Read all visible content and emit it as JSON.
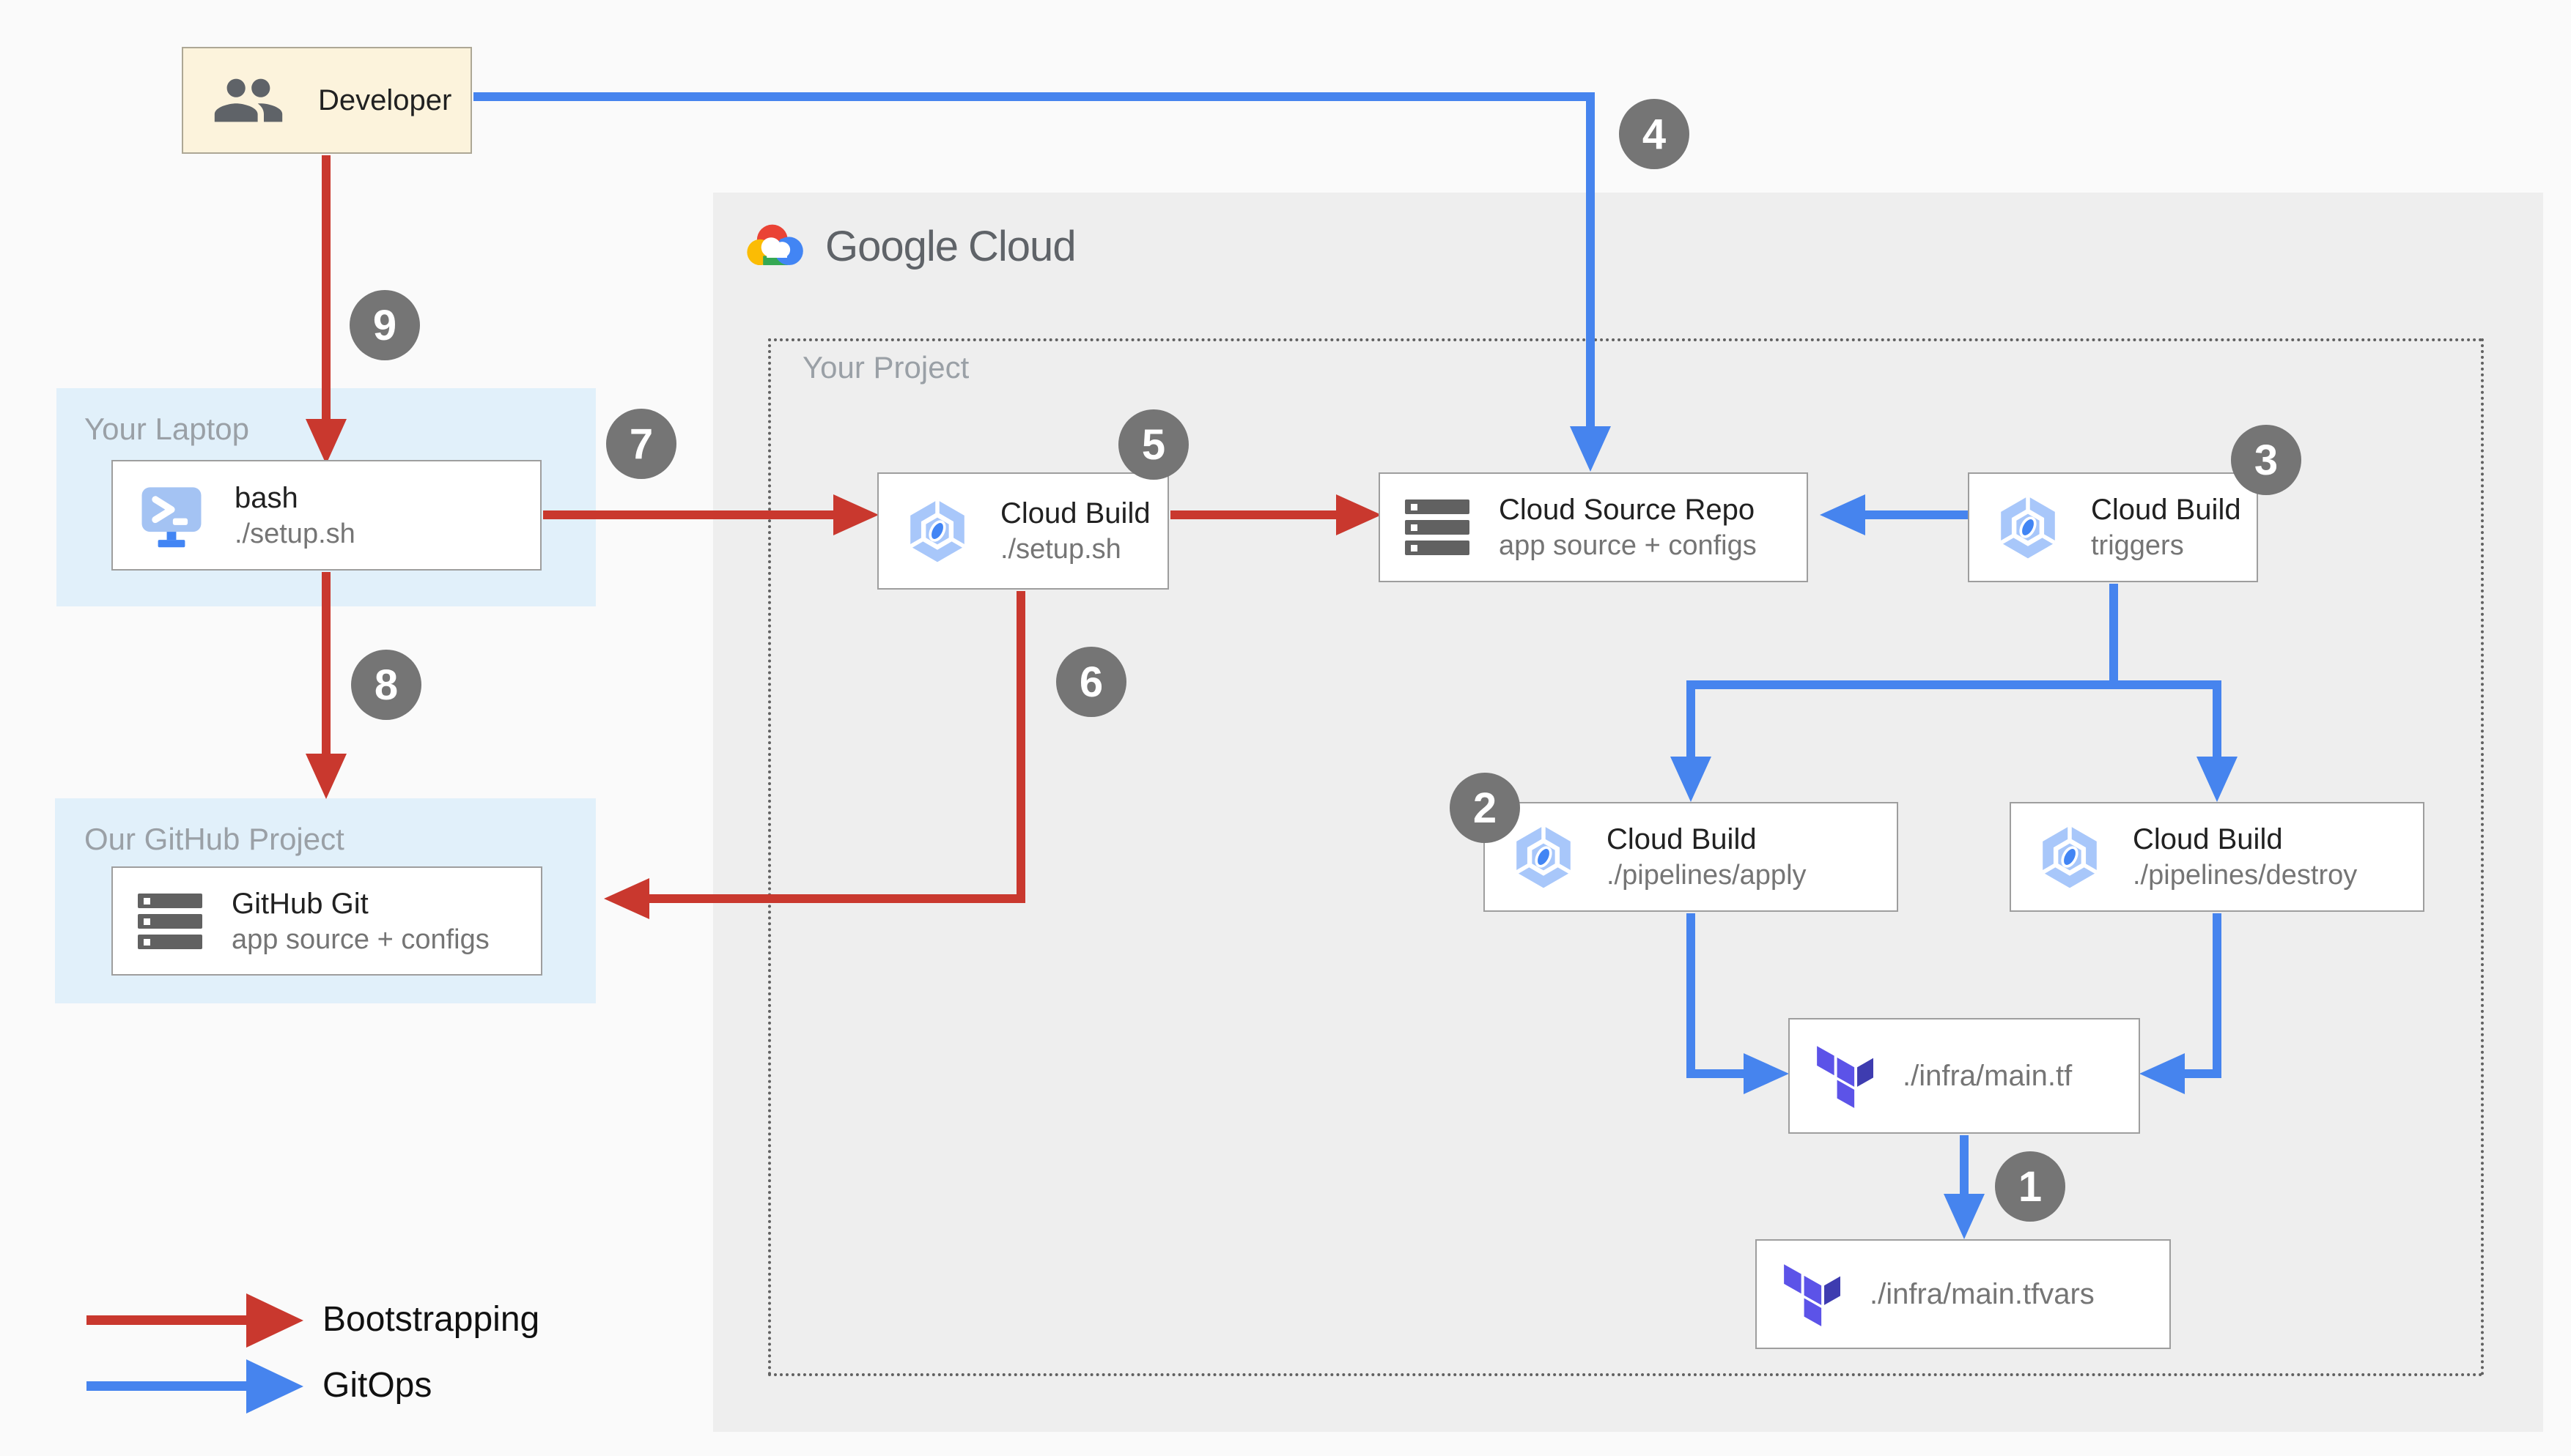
{
  "logo": {
    "brand": "Google",
    "product": "Cloud"
  },
  "panels": {
    "your_project": {
      "label": "Your Project"
    },
    "your_laptop": {
      "label": "Your Laptop"
    },
    "github_project": {
      "label": "Our GitHub Project"
    }
  },
  "nodes": {
    "developer": {
      "title": "Developer"
    },
    "bash": {
      "title": "bash",
      "subtitle": "./setup.sh"
    },
    "cloud_build_setup": {
      "title": "Cloud Build",
      "subtitle": "./setup.sh"
    },
    "cloud_source_repo": {
      "title": "Cloud Source Repo",
      "subtitle": "app source + configs"
    },
    "cloud_build_triggers": {
      "title": "Cloud Build",
      "subtitle": "triggers"
    },
    "cloud_build_apply": {
      "title": "Cloud Build",
      "subtitle": "./pipelines/apply"
    },
    "cloud_build_destroy": {
      "title": "Cloud Build",
      "subtitle": "./pipelines/destroy"
    },
    "github_git": {
      "title": "GitHub Git",
      "subtitle": "app source + configs"
    },
    "infra_main_tf": {
      "title": "./infra/main.tf"
    },
    "infra_main_tfvars": {
      "title": "./infra/main.tfvars"
    }
  },
  "steps": {
    "s1": "1",
    "s2": "2",
    "s3": "3",
    "s4": "4",
    "s5": "5",
    "s6": "6",
    "s7": "7",
    "s8": "8",
    "s9": "9"
  },
  "legend": {
    "bootstrapping": "Bootstrapping",
    "gitops": "GitOps"
  },
  "colors": {
    "bootstrapping_red": "#C9382E",
    "gitops_blue": "#4684EE",
    "badge_gray": "#757575",
    "laptop_panel_blue": "#E1F0FA",
    "google_cloud_panel_gray": "#EEEEEE",
    "developer_cream": "#FCF3DC",
    "google_red": "#EA4335",
    "google_yellow": "#FBBC04",
    "google_green": "#34A853",
    "google_blue": "#4285F4",
    "terraform_purple": "#5C53E8"
  }
}
